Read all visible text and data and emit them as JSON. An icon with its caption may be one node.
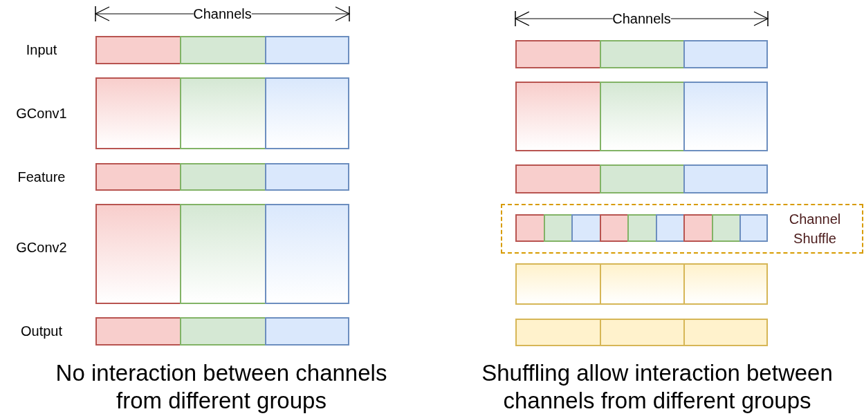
{
  "diagram": {
    "nodes": [
      {
        "text": [
          "Channel Shuffle"
        ]
      }
    ],
    "labels": [
      "Channels",
      "Channels",
      "Input",
      "GConv1",
      "Feature",
      "GConv2",
      "Output",
      "No interaction between channels from different groups",
      "Shuffling allow interaction between channels from different groups"
    ]
  }
}
